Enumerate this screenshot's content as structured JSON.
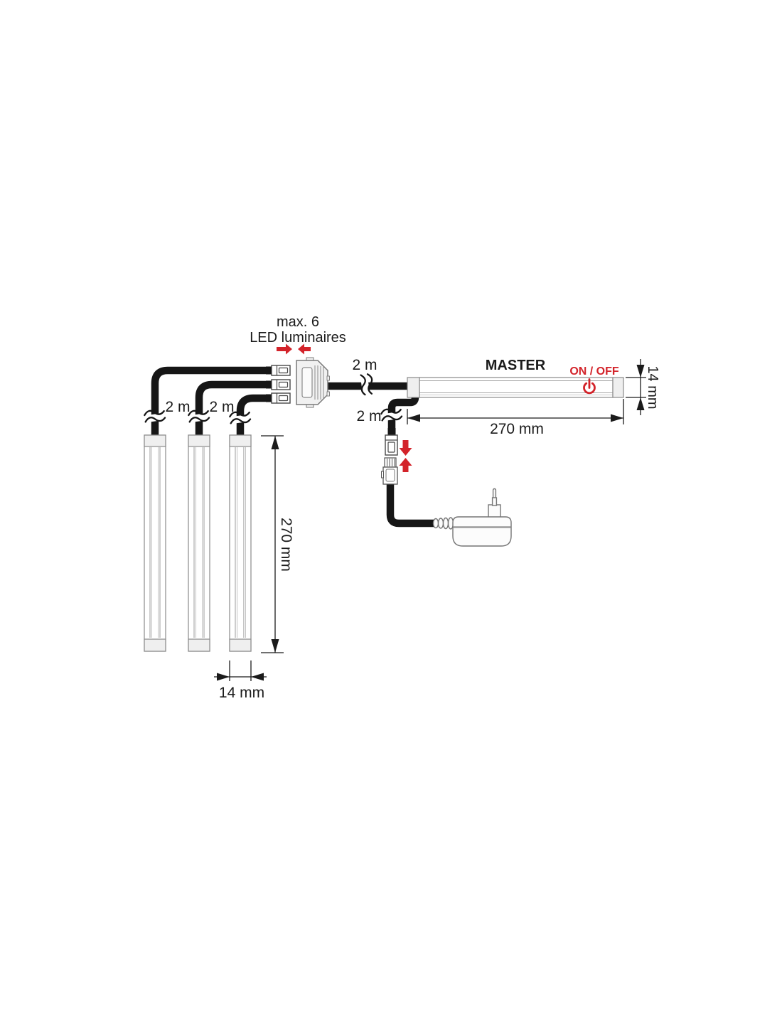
{
  "header": {
    "max_line1": "max. 6",
    "max_line2": "LED luminaires"
  },
  "labels": {
    "master": "MASTER",
    "on_off": "ON / OFF"
  },
  "cables": {
    "luminaire1_length": "2 m",
    "luminaire2_length": "2 m",
    "splitter_to_master_length": "2 m",
    "master_to_power_length": "2 m"
  },
  "dimensions": {
    "luminaire_height": "270 mm",
    "luminaire_width": "14 mm",
    "master_length": "270 mm",
    "master_height": "14 mm"
  },
  "colors": {
    "accent_red": "#d3232a",
    "line_black": "#161616",
    "outline_gray": "#8a8a8a",
    "fill_light_gray": "#efefef",
    "background": "#ffffff"
  },
  "icons": {
    "power_icon": "⏻",
    "plug_direction_arrow_right": "►",
    "plug_direction_arrow_left": "◄",
    "connector_mate_arrow_down": "▼",
    "connector_mate_arrow_up": "▲"
  }
}
